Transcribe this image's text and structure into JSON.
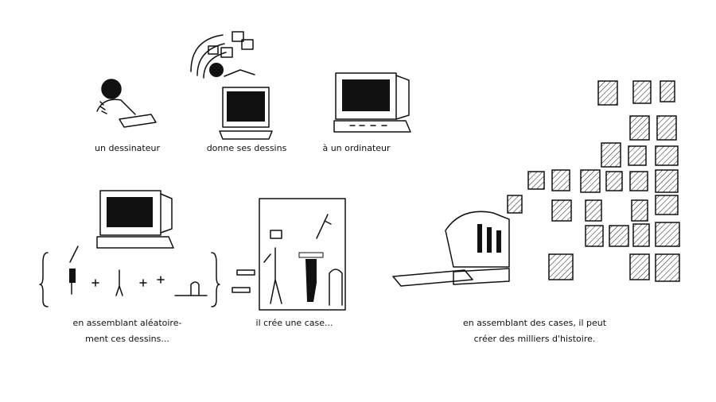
{
  "captions": {
    "step1": "un dessinateur",
    "step2": "donne ses dessins",
    "step3": "à un ordinateur",
    "step4_line1": "en assemblant aléatoire-",
    "step4_line2": "ment ces dessins...",
    "step5": "il crée une case...",
    "step6_line1": "en assemblant des cases, il peut",
    "step6_line2": "créer des milliers d'histoire."
  }
}
